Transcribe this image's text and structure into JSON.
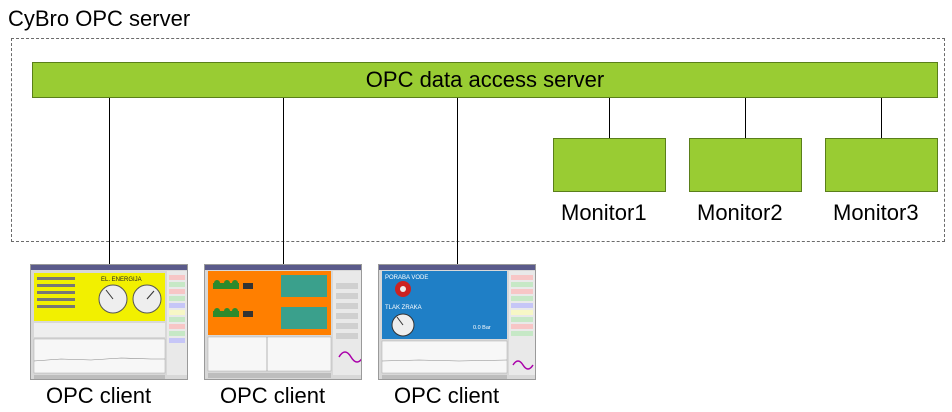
{
  "diagram": {
    "title": "CyBro OPC server",
    "server_label": "OPC data access server",
    "monitors": [
      {
        "label": "Monitor1"
      },
      {
        "label": "Monitor2"
      },
      {
        "label": "Monitor3"
      }
    ],
    "clients": [
      {
        "label": "OPC client",
        "screen_text": "EL. ENERGIJA"
      },
      {
        "label": "OPC client",
        "screen_text": ""
      },
      {
        "label": "OPC client",
        "screen_text": "PORABA VODE",
        "screen_text2": "TLAK ZRAKA",
        "screen_value": "0.0 Bar"
      }
    ],
    "colors": {
      "box_fill": "#99cc33",
      "box_border": "#5a7f1a",
      "line": "#000000",
      "dashed_border": "#6b6b6b"
    }
  }
}
